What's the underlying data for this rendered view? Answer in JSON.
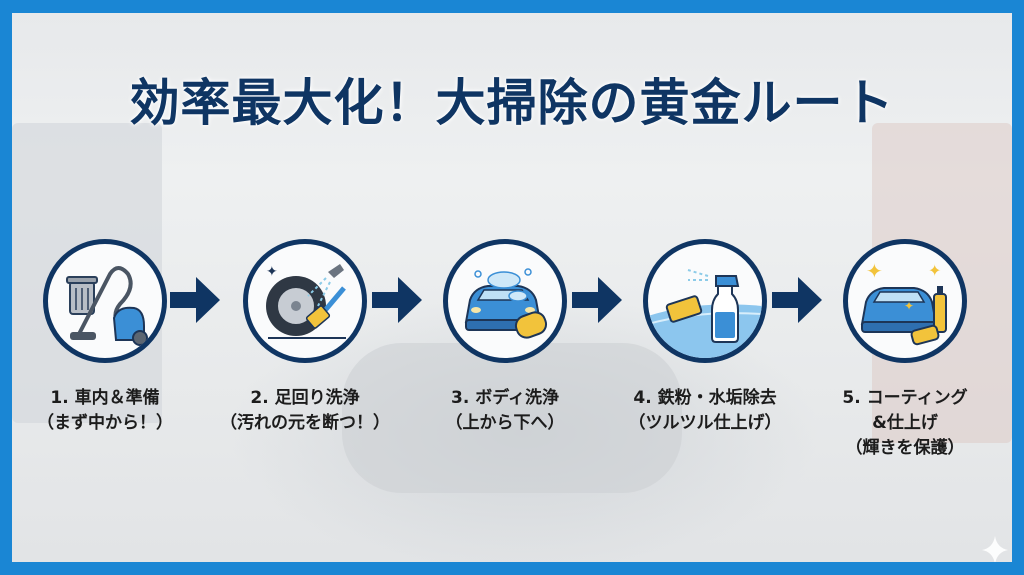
{
  "title": "効率最大化！大掃除の黄金ルート",
  "colors": {
    "frame": "#1a86d4",
    "navy": "#0f3563",
    "accent_blue": "#3b8fd6",
    "sponge_yellow": "#f2c33b"
  },
  "steps": [
    {
      "line1": "1. 車内＆準備",
      "line2": "（まず中から！）",
      "line3": "",
      "icon": "vacuum-trash-icon"
    },
    {
      "line1": "2. 足回り洗浄",
      "line2": "（汚れの元を断つ！）",
      "line3": "",
      "icon": "wheel-brush-icon"
    },
    {
      "line1": "3. ボディ洗浄",
      "line2": "（上から下へ）",
      "line3": "",
      "icon": "car-foam-sponge-icon"
    },
    {
      "line1": "4. 鉄粉・水垢除去",
      "line2": "（ツルツル仕上げ）",
      "line3": "",
      "icon": "spray-sponge-icon"
    },
    {
      "line1": "5. コーティング",
      "line2": "&仕上げ",
      "line3": "（輝きを保護）",
      "icon": "shiny-car-icon"
    }
  ]
}
